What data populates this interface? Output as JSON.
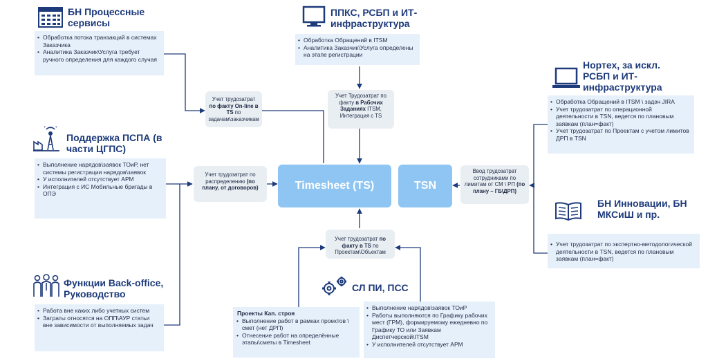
{
  "blocks": {
    "bn_process": {
      "title": "БН Процессные сервисы",
      "items": [
        "Обработка потока транзакций в системах Заказчика",
        "Аналитика Заказчик\\Услуга требует ручного определения для каждого случая"
      ]
    },
    "ppks": {
      "title": "ППКС, РСБП и ИТ-инфраструктура",
      "items": [
        "Обработка Обращений в ITSM",
        "Аналитика Заказчик\\Услуга определены на этапе регистрации"
      ]
    },
    "nortex": {
      "title": "Нортех, за искл. РСБП и ИТ-инфраструктура",
      "items": [
        "Обработка Обращений в ITSM \\ задач JIRA",
        "Учет трудозатрат по операционной деятельности в TSN, ведется по плановым заявкам (план=факт)",
        "Учет трудозатрат по Проектам с учетом лимитов ДРП в TSN"
      ]
    },
    "pspa": {
      "title": "Поддержка ПСПА (в части ЦГПС)",
      "items": [
        "Выполнение нарядов\\заявок ТОиР, нет системы регистрации нарядов\\заявок",
        "У исполнителей отсутствует АРМ",
        "Интеграция с ИС Мобильные бригады в ОПЭ"
      ]
    },
    "innov": {
      "title": "БН Инновации, БН МКСиШ и пр.",
      "items": [
        "Учет трудозатрат по экспертно-методологической деятельности в TSN, ведется по плановым заявкам (план=факт)"
      ]
    },
    "backoffice": {
      "title": "Функции Back-office, Руководство",
      "items": [
        "Работа вне каких либо учетных систем",
        "Затраты относятся на ОПП\\АУР статьи вне зависимости от выполняемых задач"
      ]
    },
    "slpi": {
      "title": "СЛ ПИ, ПСС",
      "items": [
        "Выполнение нарядов\\заявок ТОиР",
        "Работы выполняются по Графику рабочих мест (ГРМ), формируемому ежедневно по Графику ТО или Заявкам Диспетчерской\\ITSM",
        "У исполнителей отсутствует АРМ"
      ]
    },
    "kap": {
      "heading": "Проекты Кап. строя",
      "items": [
        "Выполнение работ в рамках проектов \\ смет (нет ДРП)",
        "Отнесение работ на определённые этапы\\сметы в Timesheet"
      ]
    }
  },
  "mid": {
    "online": {
      "a": "Учет трудозатрат ",
      "b": "по факту On-line в TS",
      "c": " по задачам\\заказчикам"
    },
    "tasks": {
      "a": "Учет  Трудозатрат по факту ",
      "b": "в Рабочих Заданиях",
      "c": " ITSM, Интеграция с TS"
    },
    "distrib": {
      "a": "Учет трудозатрат по распределению ",
      "b": "(по плану, от договоров)",
      "c": ""
    },
    "limits": {
      "a": "Ввод трудозатрат сотрудниками по лимитам от СМ \\ РП ",
      "b": "(по плану – ГБ\\ДРП)",
      "c": ""
    },
    "fact": {
      "a": "Учет трудозатрат ",
      "b": "по факту в TS",
      "c": " по Проектам\\Объектам"
    }
  },
  "core": {
    "timesheet": "Timesheet (TS)",
    "tsn": "TSN"
  },
  "colors": {
    "accent": "#1d3a7a",
    "core": "#8ec5f2",
    "infobox": "#e6f0fa",
    "midbox": "#e9eef3",
    "line": "#1d3a7a"
  }
}
